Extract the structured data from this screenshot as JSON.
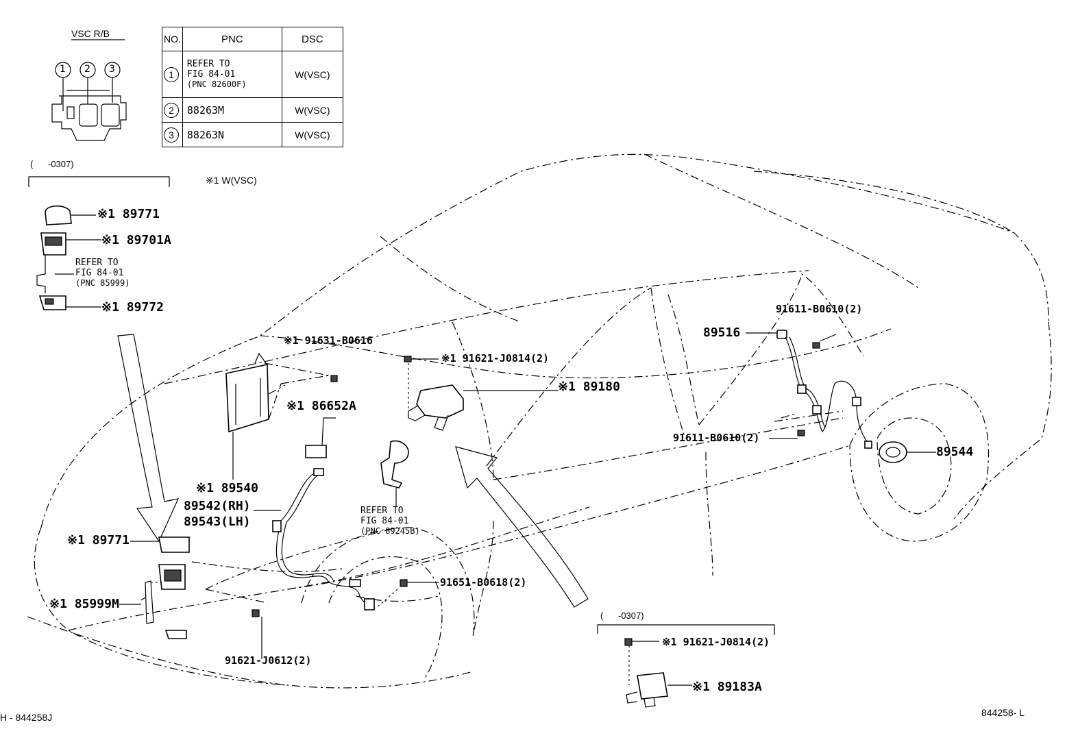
{
  "vsc_rb": {
    "title": "VSC R/B",
    "pins": [
      "1",
      "2",
      "3"
    ]
  },
  "table": {
    "headers": [
      "NO.",
      "PNC",
      "DSC"
    ],
    "rows": [
      {
        "no": "1",
        "pnc_lines": [
          "REFER TO",
          "FIG 84-01",
          "(PNC 82600F)"
        ],
        "dsc": "W(VSC)"
      },
      {
        "no": "2",
        "pnc": "88263M",
        "dsc": "W(VSC)"
      },
      {
        "no": "3",
        "pnc": "88263N",
        "dsc": "W(VSC)"
      }
    ]
  },
  "bracket_top": {
    "label": "(      -0307)"
  },
  "note": "※1 W(VSC)",
  "labels": {
    "p89771_top": "※1 89771",
    "p89701a": "※1 89701A",
    "refer_85999": [
      "REFER TO",
      "FIG 84-01",
      "(PNC 85999)"
    ],
    "p89772": "※1 89772",
    "p91631": "※1 91631-B0616",
    "p86652a": "※1 86652A",
    "p89540": "※1 89540",
    "p89542": "89542(RH)",
    "p89543": "89543(LH)",
    "refer_89245": [
      "REFER TO",
      "FIG 84-01",
      "(PNC 89245B)"
    ],
    "p89771_bot": "※1 89771",
    "p85999m": "※1 85999M",
    "p91621_j0612": "91621-J0612(2)",
    "p91651": "91651-B0618(2)",
    "p91621_j0814_top": "※1 91621-J0814(2)",
    "p89180": "※1 89180",
    "p89516": "89516",
    "p91611_top": "91611-B0610(2)",
    "p91611_mid": "91611-B0610(2)",
    "p89544": "89544",
    "bracket_bottom": "(      -0307)",
    "p91621_j0814_bot": "※1 91621-J0814(2)",
    "p89183a": "※1 89183A"
  },
  "footer": {
    "left": "H - 844258J",
    "right": "844258- L"
  }
}
